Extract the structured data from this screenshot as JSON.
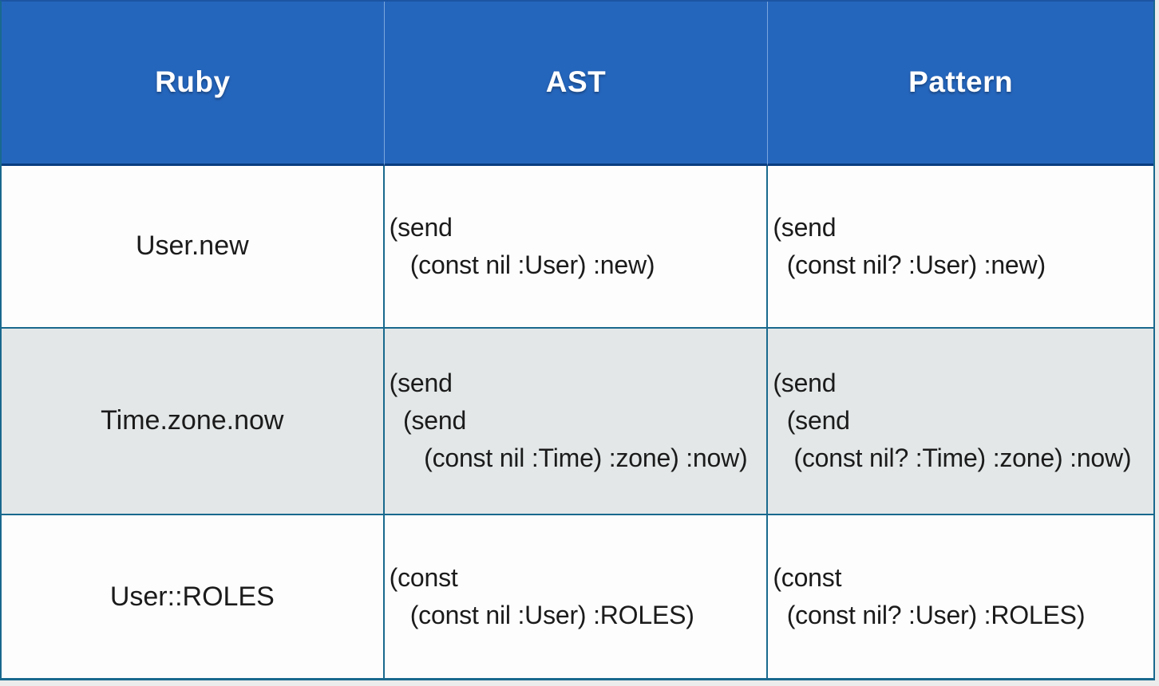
{
  "table": {
    "columns": [
      {
        "label": "Ruby"
      },
      {
        "label": "AST"
      },
      {
        "label": "Pattern"
      }
    ],
    "rows": [
      {
        "ruby": "User.new",
        "ast": "(send\n   (const nil :User) :new)",
        "pattern": "(send\n  (const nil? :User) :new)"
      },
      {
        "ruby": "Time.zone.now",
        "ast": "(send\n  (send\n     (const nil :Time) :zone) :now)",
        "pattern": "(send\n  (send\n   (const nil? :Time) :zone) :now)"
      },
      {
        "ruby": "User::ROLES",
        "ast": "(const\n   (const nil :User) :ROLES)",
        "pattern": "(const\n  (const nil? :User) :ROLES)"
      }
    ]
  },
  "colors": {
    "header_bg": "#2566bd",
    "header_text": "#ffffff",
    "header_underline": "#093d80",
    "grid_line": "#19698e",
    "row_alt_bg": "#e3e7e8",
    "row_bg": "#fdfdfd",
    "body_text": "#1b1b1b",
    "page_bg": "#ececec"
  }
}
